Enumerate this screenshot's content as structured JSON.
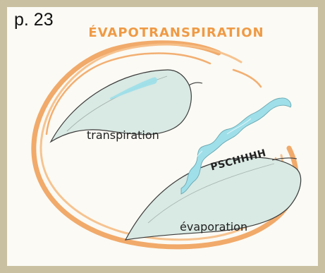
{
  "page_number": "p. 23",
  "title": "ÉVAPOTRANSPIRATION",
  "labels": {
    "transpiration": "transpiration",
    "psch": "PSCHHHH",
    "evaporation": "évaporation"
  },
  "colors": {
    "title": "#ef9a45",
    "ring": "#f0a15b",
    "leaf_fill": "#d9e9e3",
    "leaf_outline": "#3b3b3b",
    "water": "#9fdfe9",
    "frame": "#c9c0a1"
  },
  "icons": {
    "top_leaf": "leaf-icon",
    "bottom_leaf": "leaf-icon",
    "water_stream": "water-stream-icon",
    "ring": "orbit-icon"
  }
}
